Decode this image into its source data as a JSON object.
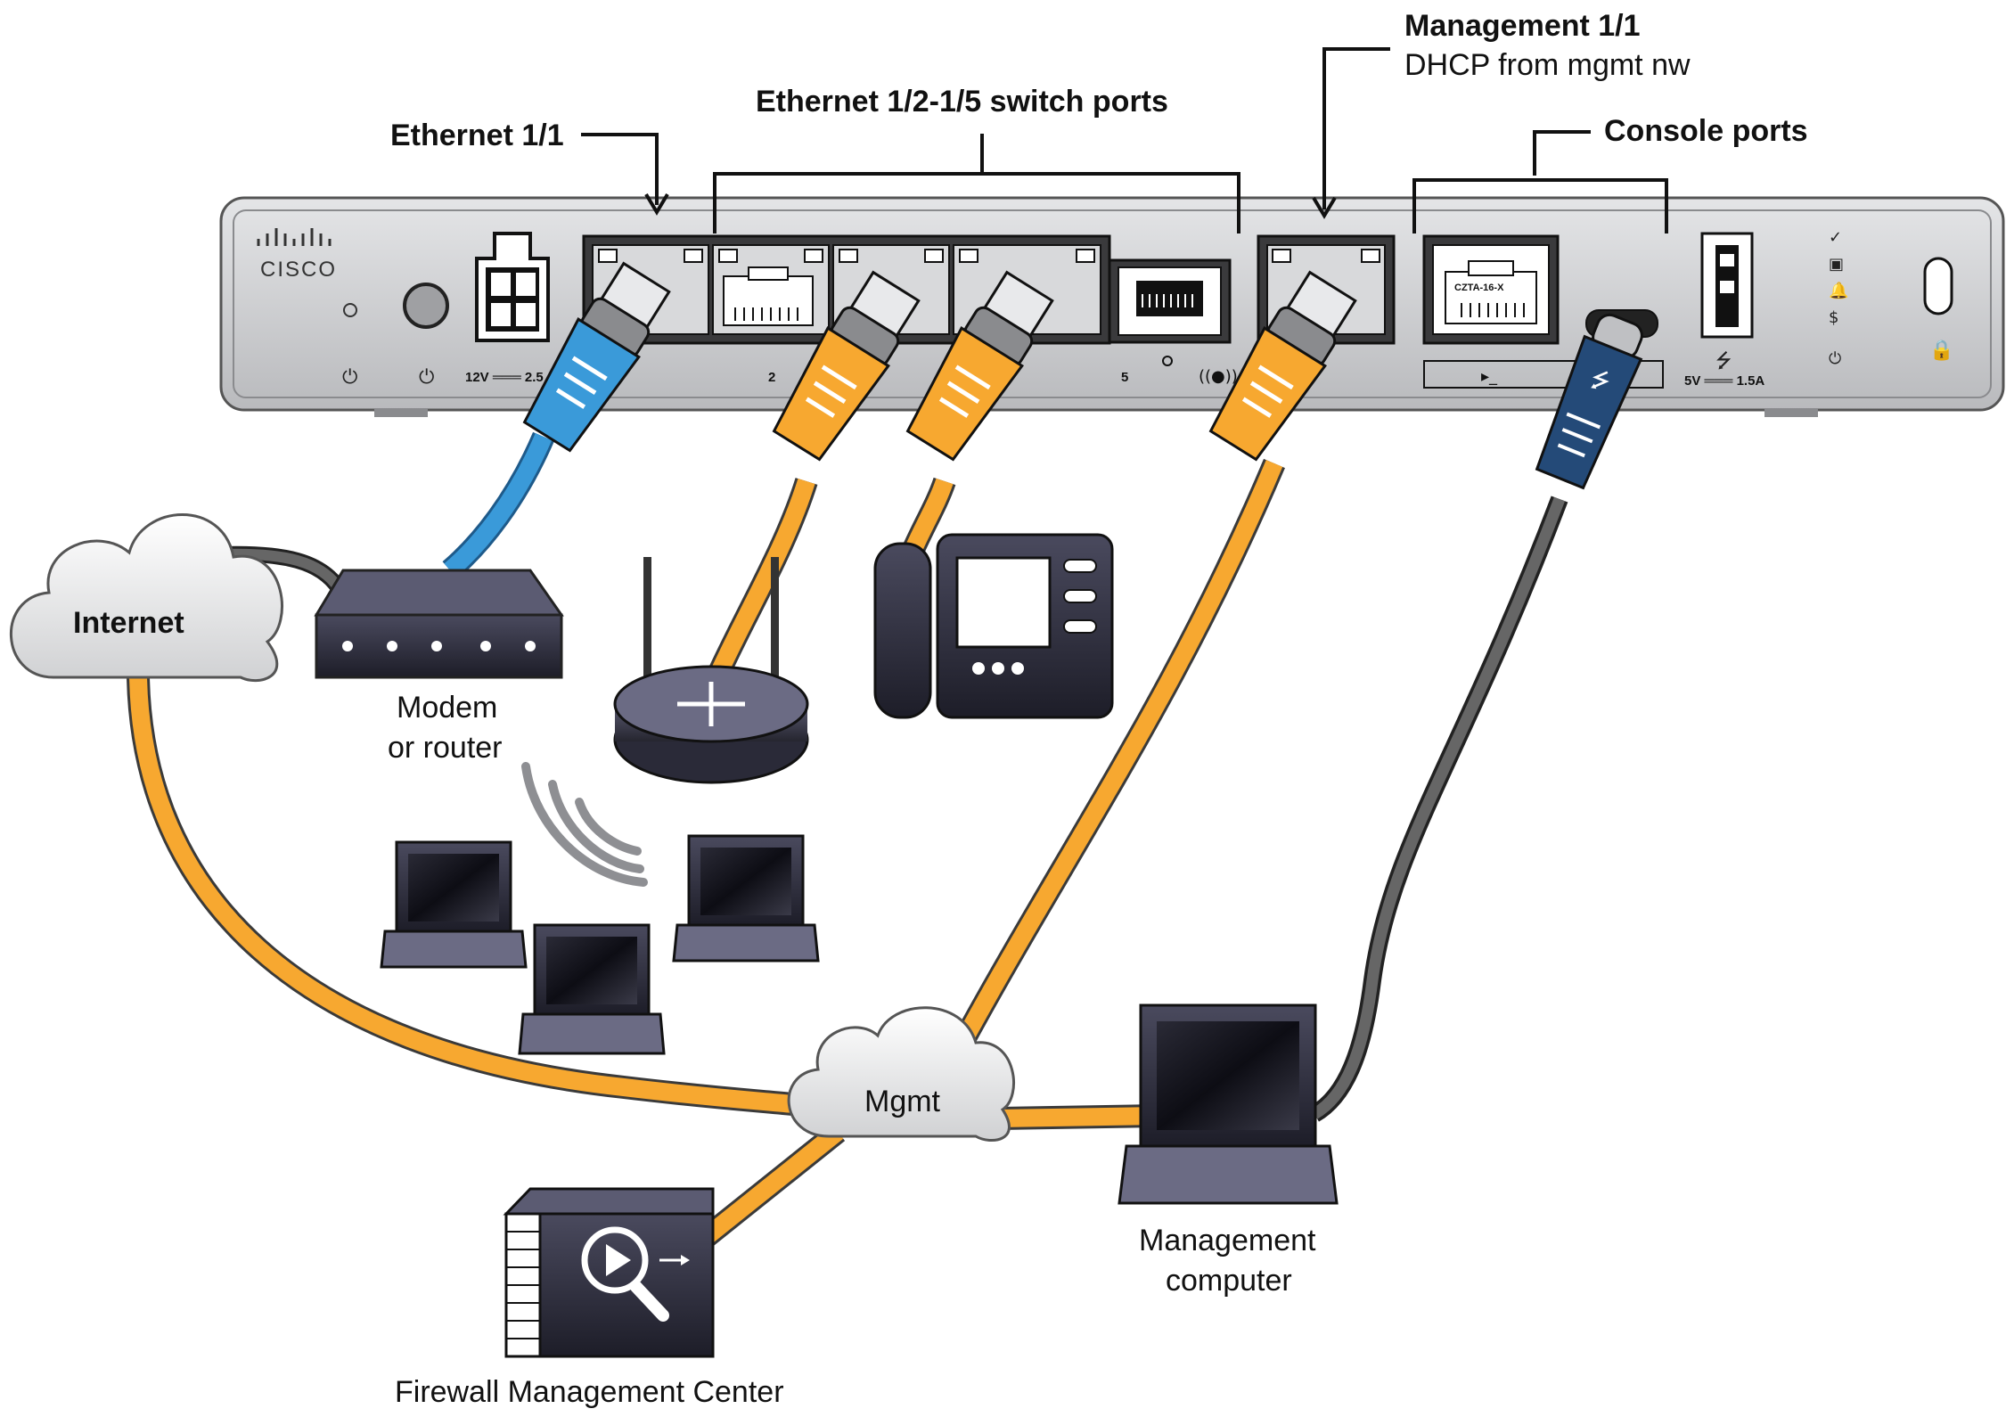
{
  "callouts": {
    "ethernet_1_1": "Ethernet 1/1",
    "switch_ports": "Ethernet 1/2-1/5 switch ports",
    "management_title": "Management 1/1",
    "management_sub": "DHCP from mgmt nw",
    "console_ports": "Console ports"
  },
  "device": {
    "logo": "CISCO",
    "power_label": "12V ═══ 2.5",
    "port2_label": "2",
    "port5_label": "5",
    "usb_power_label": "5V ═══ 1.5A",
    "console_jack_text": "CZTA-16-X"
  },
  "nodes": {
    "internet": "Internet",
    "modem_line1": "Modem",
    "modem_line2": "or router",
    "mgmt_cloud": "Mgmt",
    "mgmt_computer_line1": "Management",
    "mgmt_computer_line2": "computer",
    "fmc": "Firewall Management Center"
  },
  "colors": {
    "chassis": "#c9cacc",
    "port_panel": "#3a3a3c",
    "cable_orange": "#f7a830",
    "cable_blue": "#3a9ad9",
    "cable_gray": "#555555",
    "console_blue": "#244a78",
    "device_dark": "#2b2b3a"
  },
  "icons": [
    "cisco-logo",
    "power-icon",
    "reset-icon",
    "usb-icon",
    "lock-icon",
    "wireless-router-icon",
    "ip-phone-icon",
    "laptop-icon",
    "cloud-icon",
    "firewall-management-icon"
  ]
}
